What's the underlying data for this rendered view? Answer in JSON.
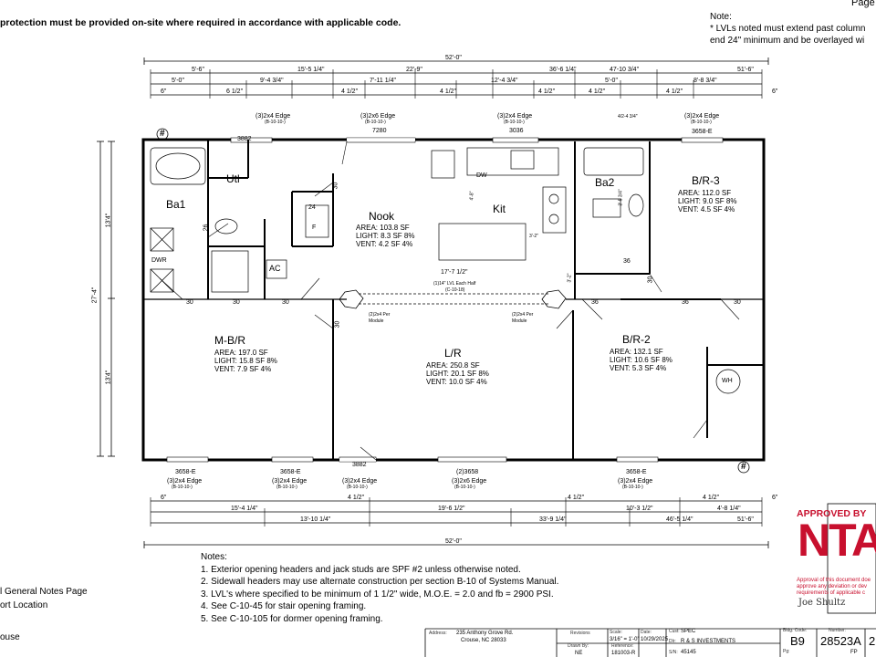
{
  "header": {
    "page_label": "Page",
    "top_left_note": "protection must be provided on-site where required in accordance with applicable code.",
    "note_title": "Note:",
    "note_line1": "* LVLs noted must extend past column",
    "note_line2": "end 24\" minimum and be overlayed wi"
  },
  "dims_top": {
    "overall": "52'-0\"",
    "r2": [
      "5'-6\"",
      "15'-5 1/4\"",
      "22'-9\"",
      "36'-6 1/4\"",
      "47-10 3/4\"",
      "51'-6\""
    ],
    "r3": [
      "5'-0\"",
      "9'-4 3/4\"",
      "7'-11 1/4\"",
      "12'-4 3/4\"",
      "5'-0\"",
      "8'-8 3/4\""
    ],
    "r4": [
      "6\"",
      "6 1/2\"",
      "4 1/2\"",
      "4 1/2\"",
      "4 1/2\"",
      "4 1/2\"",
      "4 1/2\"",
      "6\""
    ],
    "small": "4/2-4 3/4\""
  },
  "dims_bottom": {
    "r1": [
      "6\"",
      "4 1/2\"",
      "4 1/2\"",
      "4 1/2\"",
      "6\""
    ],
    "r2": [
      "15'-4 1/4\"",
      "19'-6 1/2\"",
      "10'-3 1/2\"",
      "4'-8 1/4\""
    ],
    "r3": [
      "13'-10 1/4\"",
      "33'-9 1/4\"",
      "46'-5 1/4\"",
      "51'-6\""
    ],
    "overall": "52'-0\""
  },
  "dims_side": {
    "overall": "27'-4\"",
    "upper": "13'4\"",
    "lower": "13'4\""
  },
  "headers_top": [
    {
      "main": "(3)2x4 Edge",
      "sub": "(B-10-10-)",
      "code": "3882"
    },
    {
      "main": "(3)2x6 Edge",
      "sub": "(B-10-10-)",
      "code": "7280"
    },
    {
      "main": "(3)2x4 Edge",
      "sub": "(B-10-10-)",
      "code": "3036"
    },
    {
      "main": "(3)2x4 Edge",
      "sub": "(B-10-10-)",
      "code": "3658-E"
    }
  ],
  "headers_bottom": [
    {
      "code": "3658-E",
      "main": "(3)2x4 Edge",
      "sub": "(B-10-10-)"
    },
    {
      "code": "3658-E",
      "main": "(3)2x4 Edge",
      "sub": "(B-10-10-)"
    },
    {
      "code": "3882",
      "main": "(3)2x4 Edge",
      "sub": "(B-10-10-)"
    },
    {
      "code": "(2)3658",
      "main": "(3)2x6 Edge",
      "sub": "(B-10-10-)"
    },
    {
      "code": "3658-E",
      "main": "(3)2x4 Edge",
      "sub": "(B-10-10-)"
    }
  ],
  "rooms": {
    "ba1": "Ba1",
    "utl": "Utl",
    "nook": {
      "name": "Nook",
      "area": "AREA: 103.8 SF",
      "light": "LIGHT: 8.3 SF 8%",
      "vent": "VENT: 4.2 SF 4%"
    },
    "kit": "Kit",
    "ba2": "Ba2",
    "br3": {
      "name": "B/R-3",
      "area": "AREA: 112.0 SF",
      "light": "LIGHT: 9.0 SF 8%",
      "vent": "VENT: 4.5 SF 4%"
    },
    "mbr": {
      "name": "M-B/R",
      "area": "AREA: 197.0 SF",
      "light": "LIGHT: 15.8 SF 8%",
      "vent": "VENT: 7.9 SF 4%"
    },
    "lr": {
      "name": "L/R",
      "area": "AREA: 250.8 SF",
      "light": "LIGHT: 20.1 SF 8%",
      "vent": "VENT: 10.0 SF 4%"
    },
    "br2": {
      "name": "B/R-2",
      "area": "AREA: 132.1 SF",
      "light": "LIGHT: 10.6 SF 8%",
      "vent": "VENT: 5.3 SF 4%"
    }
  },
  "fixtures": {
    "dw": "DW",
    "dwr": "DWR",
    "ac": "AC",
    "wh": "WH",
    "f": "F"
  },
  "door_labels": [
    "30",
    "30",
    "30",
    "30",
    "36",
    "36",
    "36",
    "30",
    "30",
    "26",
    "24",
    "30"
  ],
  "beam": {
    "span": "17'-7 1/2\"",
    "desc": "(1)14\" LVL Each Half",
    "ref": "(C-10-18)",
    "left_post": "(2)2x4 Per",
    "left_post2": "Module",
    "right_post": "(2)2x4 Per",
    "right_post2": "Module",
    "kit_dim1": "4'-8\"",
    "kit_dim2": "3'-2\"",
    "side_dim": "3'-2\"",
    "ba2_dim": "3'-5 3/4\""
  },
  "notes": {
    "title": "Notes:",
    "items": [
      "1. Exterior opening headers and jack studs are SPF #2 unless otherwise noted.",
      "2. Sidewall headers may use alternate construction per section B-10 of Systems Manual.",
      "3. LVL's where specified to be minimum of 1 1/2\" wide, M.O.E. = 2.0 and fb = 2900 PSI.",
      "4. See C-10-45 for stair opening framing.",
      "5. See C-10-105 for dormer opening framing."
    ],
    "left_1": "l General Notes Page",
    "left_2": "ort Location",
    "left_3": "ouse"
  },
  "title_block": {
    "address_label": "Address:",
    "address_1": "235 Anthony Grove Rd.",
    "address_2": "Crouse, NC 28033",
    "revisions": "Revisions",
    "scale_label": "Scale:",
    "scale": "3/16\" = 1'-0\"",
    "date_label": "Date:",
    "date": "10/29/2025",
    "drawn_label": "Drawn By:",
    "drawn": "NE",
    "ref_label": "Reference:",
    "ref": "181003-R",
    "cust_label": "Cust:",
    "cust": "SPEC",
    "dlr_label": "Dlr:",
    "dlr": "R & S INVESTMENTS",
    "sn_label": "S/N:",
    "sn": "45145",
    "bldg_label": "Bldg. Code:",
    "bldg": "B9",
    "number_label": "Number:",
    "number": "28523A",
    "pg_label": "Pg:",
    "fp": "FP",
    "edge": "2"
  },
  "stamp": {
    "approved": "APPROVED BY",
    "logo": "NTA",
    "l1": "Approval of this document doe",
    "l2": "approve any deviation or dev",
    "l3": "requirements of applicable c",
    "sig": "Joe Shultz"
  },
  "marks": {
    "north_top": "#",
    "north_bottom": "#"
  }
}
